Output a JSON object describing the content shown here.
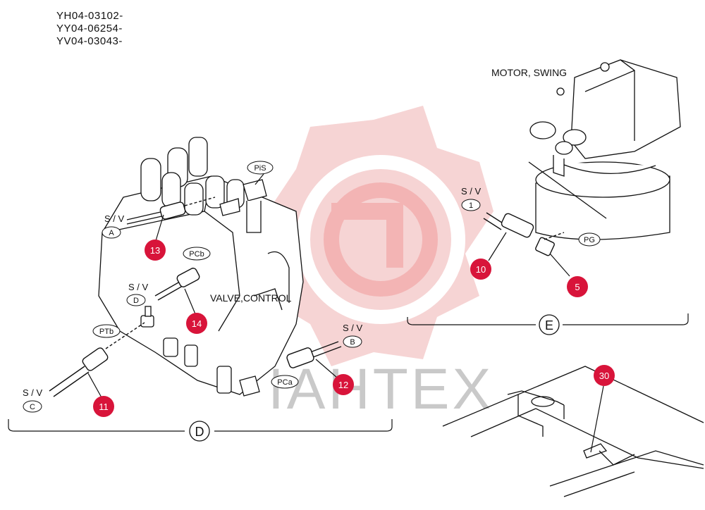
{
  "serials": [
    "YH04-03102-",
    "YY04-06254-",
    "YV04-03043-"
  ],
  "labels": {
    "valve_control": "VALVE,CONTROL",
    "motor_swing": "MOTOR, SWING",
    "sv_a_top": "S / V",
    "sv_a_oval": "A",
    "sv_d_top": "S / V",
    "sv_d_oval": "D",
    "sv_c_top": "S / V",
    "sv_c_oval": "C",
    "sv_b_top": "S / V",
    "sv_b_oval": "B",
    "sv_1_top": "S / V",
    "sv_1_oval": "1",
    "pis": "PiS",
    "pcb": "PCb",
    "ptb": "PTb",
    "pca": "PCa",
    "pg": "PG"
  },
  "callouts": [
    "13",
    "14",
    "11",
    "12",
    "10",
    "5",
    "30"
  ],
  "views": {
    "d": "D",
    "e": "E"
  },
  "watermark": "ІАНТЕХ",
  "colors": {
    "callout": "#d8143a",
    "watermark": "#f3c0c0",
    "line": "#111111"
  }
}
